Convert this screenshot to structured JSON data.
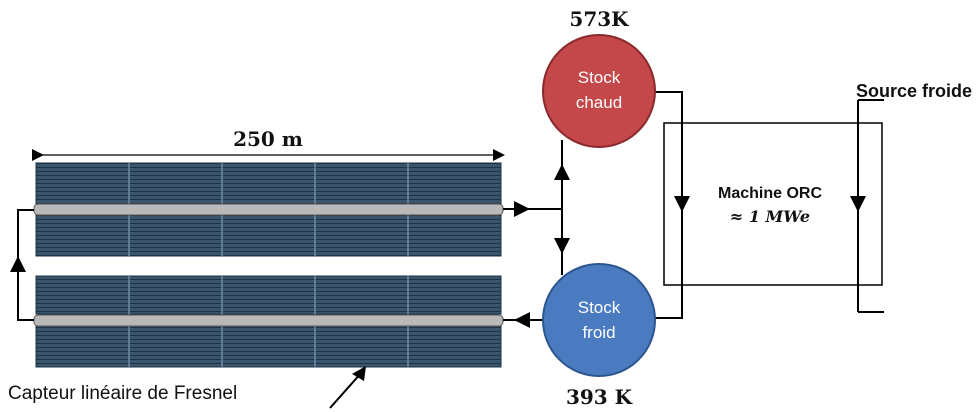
{
  "diagram": {
    "dimension_label": "250 m",
    "collector_label": "Capteur linéaire de Fresnel",
    "hot_tank": {
      "line1": "Stock",
      "line2": "chaud",
      "temperature": "573K",
      "color": "#c4474a"
    },
    "cold_tank": {
      "line1": "Stock",
      "line2": "froid",
      "temperature": "393 K",
      "color": "#4a7bc1"
    },
    "machine": {
      "line1": "Machine ORC",
      "line2": "≈ 1 MWe"
    },
    "cold_source_label": "Source froide",
    "colors": {
      "panel": "#2f4860",
      "receiver": "#b9b9b9",
      "line": "#000000"
    }
  }
}
